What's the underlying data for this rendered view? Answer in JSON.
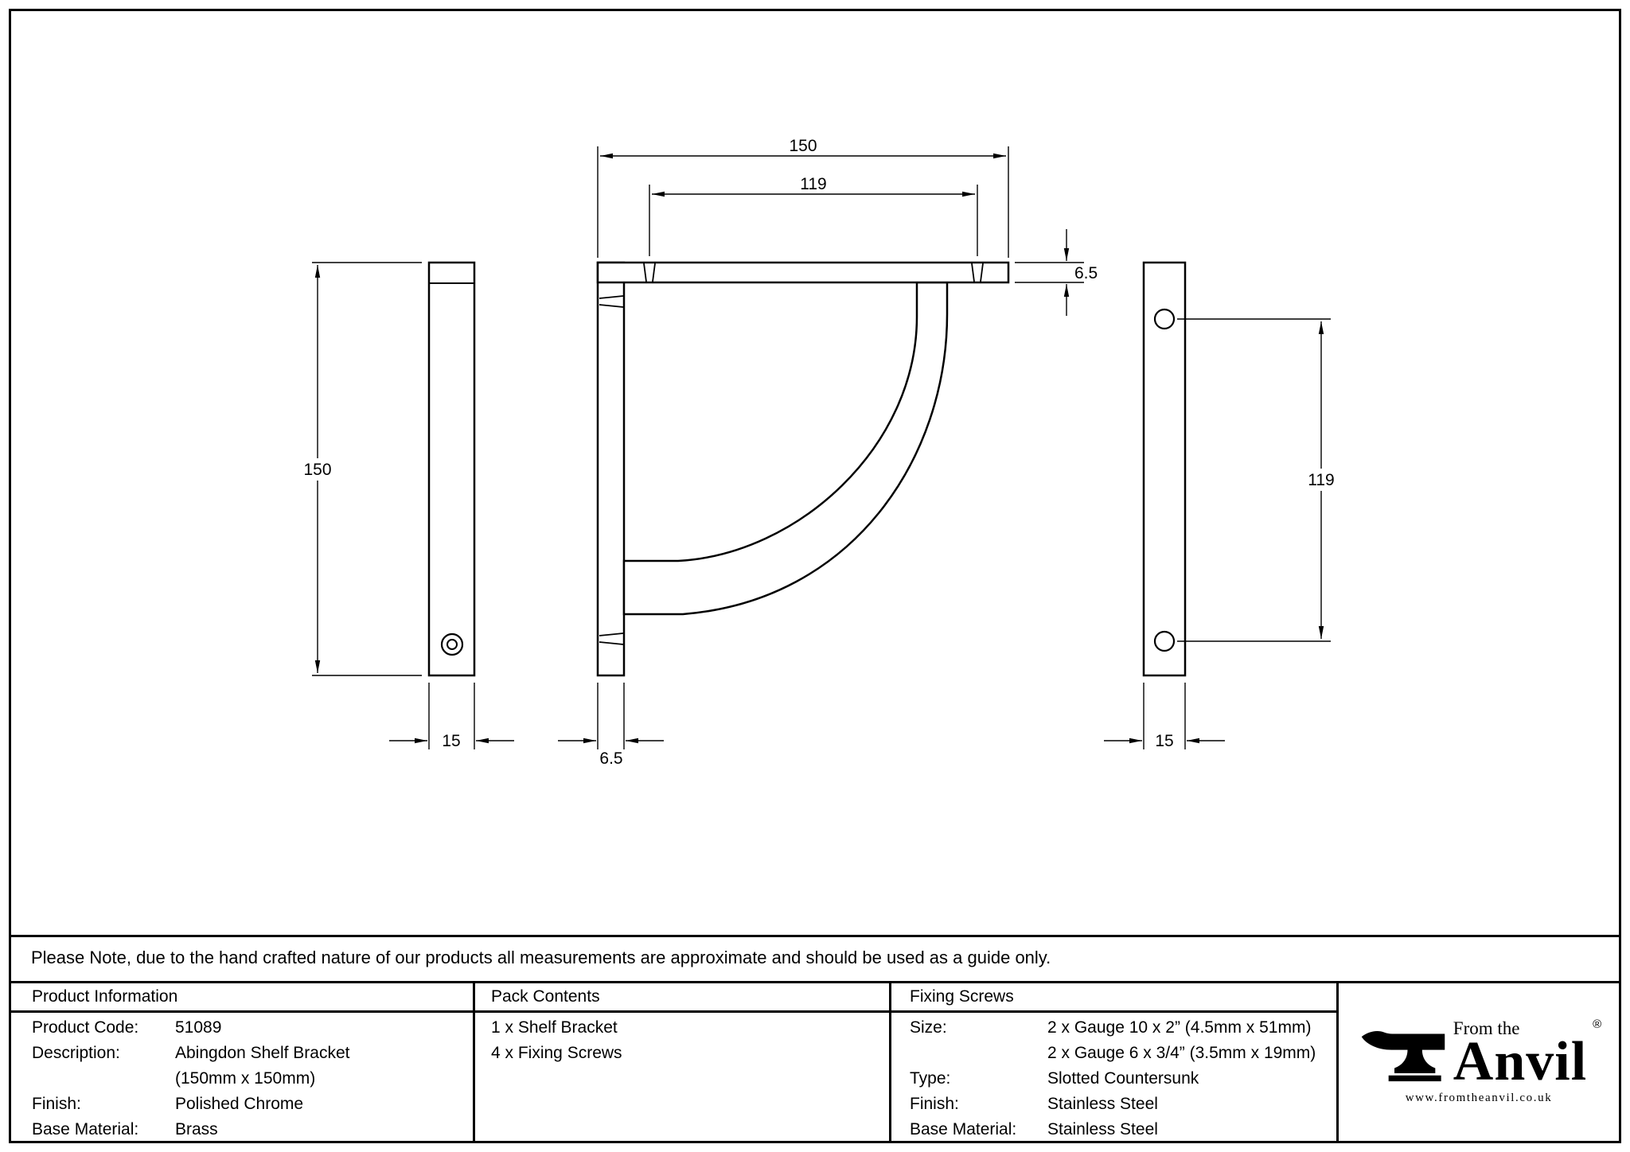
{
  "page": {
    "note": "Please Note, due to the hand crafted nature of our products all measurements are approximate and should be used as a guide only."
  },
  "drawing": {
    "dims": {
      "side_height": "150",
      "side_depth": "15",
      "top_width": "150",
      "top_hole_spacing": "119",
      "arm_thickness": "6.5",
      "plate_thickness": "6.5",
      "back_hole_spacing": "119",
      "back_width": "15"
    }
  },
  "table": {
    "product_info": {
      "header": "Product Information",
      "rows": [
        {
          "label": "Product Code:",
          "value": "51089"
        },
        {
          "label": "Description:",
          "value": "Abingdon Shelf Bracket"
        },
        {
          "label": "",
          "value": "(150mm x 150mm)"
        },
        {
          "label": "Finish:",
          "value": "Polished Chrome"
        },
        {
          "label": "Base Material:",
          "value": "Brass"
        }
      ]
    },
    "pack_contents": {
      "header": "Pack Contents",
      "items": [
        "1 x Shelf Bracket",
        "4 x Fixing Screws"
      ]
    },
    "fixing_screws": {
      "header": "Fixing Screws",
      "rows": [
        {
          "label": "Size:",
          "value": "2 x Gauge 10 x 2” (4.5mm x 51mm)"
        },
        {
          "label": "",
          "value": "2 x Gauge 6 x 3/4” (3.5mm x 19mm)"
        },
        {
          "label": "Type:",
          "value": "Slotted Countersunk"
        },
        {
          "label": "Finish:",
          "value": "Stainless Steel"
        },
        {
          "label": "Base Material:",
          "value": "Stainless Steel"
        }
      ]
    },
    "logo": {
      "from_the": "From the",
      "name": "Anvil",
      "registered": "®",
      "url": "www.fromtheanvil.co.uk"
    }
  }
}
